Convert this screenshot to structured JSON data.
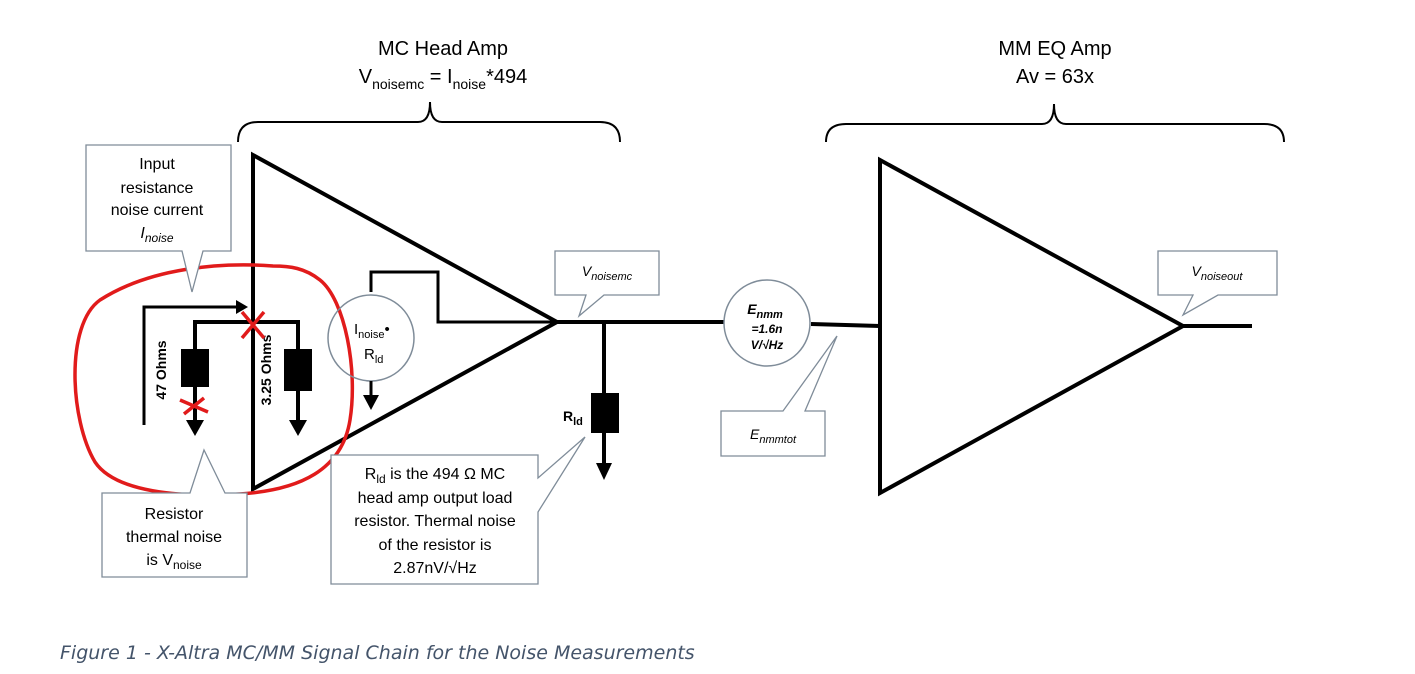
{
  "mc_head_amp": {
    "title": "MC Head Amp",
    "formula_v": "V",
    "formula_v_sub": "noisemc",
    "formula_eq": " = I",
    "formula_i_sub": "noise",
    "formula_tail": "*494"
  },
  "mm_eq_amp": {
    "title": "MM EQ Amp",
    "gain": "Av = 63x"
  },
  "callouts": {
    "input_noise": {
      "line1": "Input",
      "line2": "resistance",
      "line3": "noise current",
      "var": "I",
      "var_sub": "noise"
    },
    "resistor_noise": {
      "line1": "Resistor",
      "line2": "thermal noise",
      "line3": "is V",
      "line3_sub": "noise"
    },
    "rld_note": {
      "line1_r": "R",
      "line1_sub": "ld",
      "line1_tail": " is the 494 Ω MC",
      "line2": "head amp output load",
      "line3": "resistor.  Thermal noise",
      "line4": "of the resistor is",
      "line5": "2.87nV/√Hz"
    },
    "vnoisemc": {
      "v": "V",
      "sub": "noisemc"
    },
    "enmmtot": {
      "e": "E",
      "sub": "nmmtot"
    },
    "vnoiseout": {
      "v": "V",
      "sub": "noiseout"
    }
  },
  "sources": {
    "inoise_rld": {
      "i": "I",
      "i_sub": "noise",
      "dot": "•",
      "r": "R",
      "r_sub": "ld"
    },
    "enmm": {
      "e": "E",
      "e_sub": "nmm",
      "value": "=1.6n",
      "unit": "V/√Hz"
    }
  },
  "resistors": {
    "r47": "47 Ohms",
    "r325": "3.25 Ohms",
    "rld_r": "R",
    "rld_sub": "ld"
  },
  "caption": "Figure 1 - X-Altra MC/MM Signal Chain for the Noise Measurements",
  "colors": {
    "annotation_red": "#e11b1b",
    "callout_border": "#7f8c99",
    "caption_text": "#44546a"
  }
}
